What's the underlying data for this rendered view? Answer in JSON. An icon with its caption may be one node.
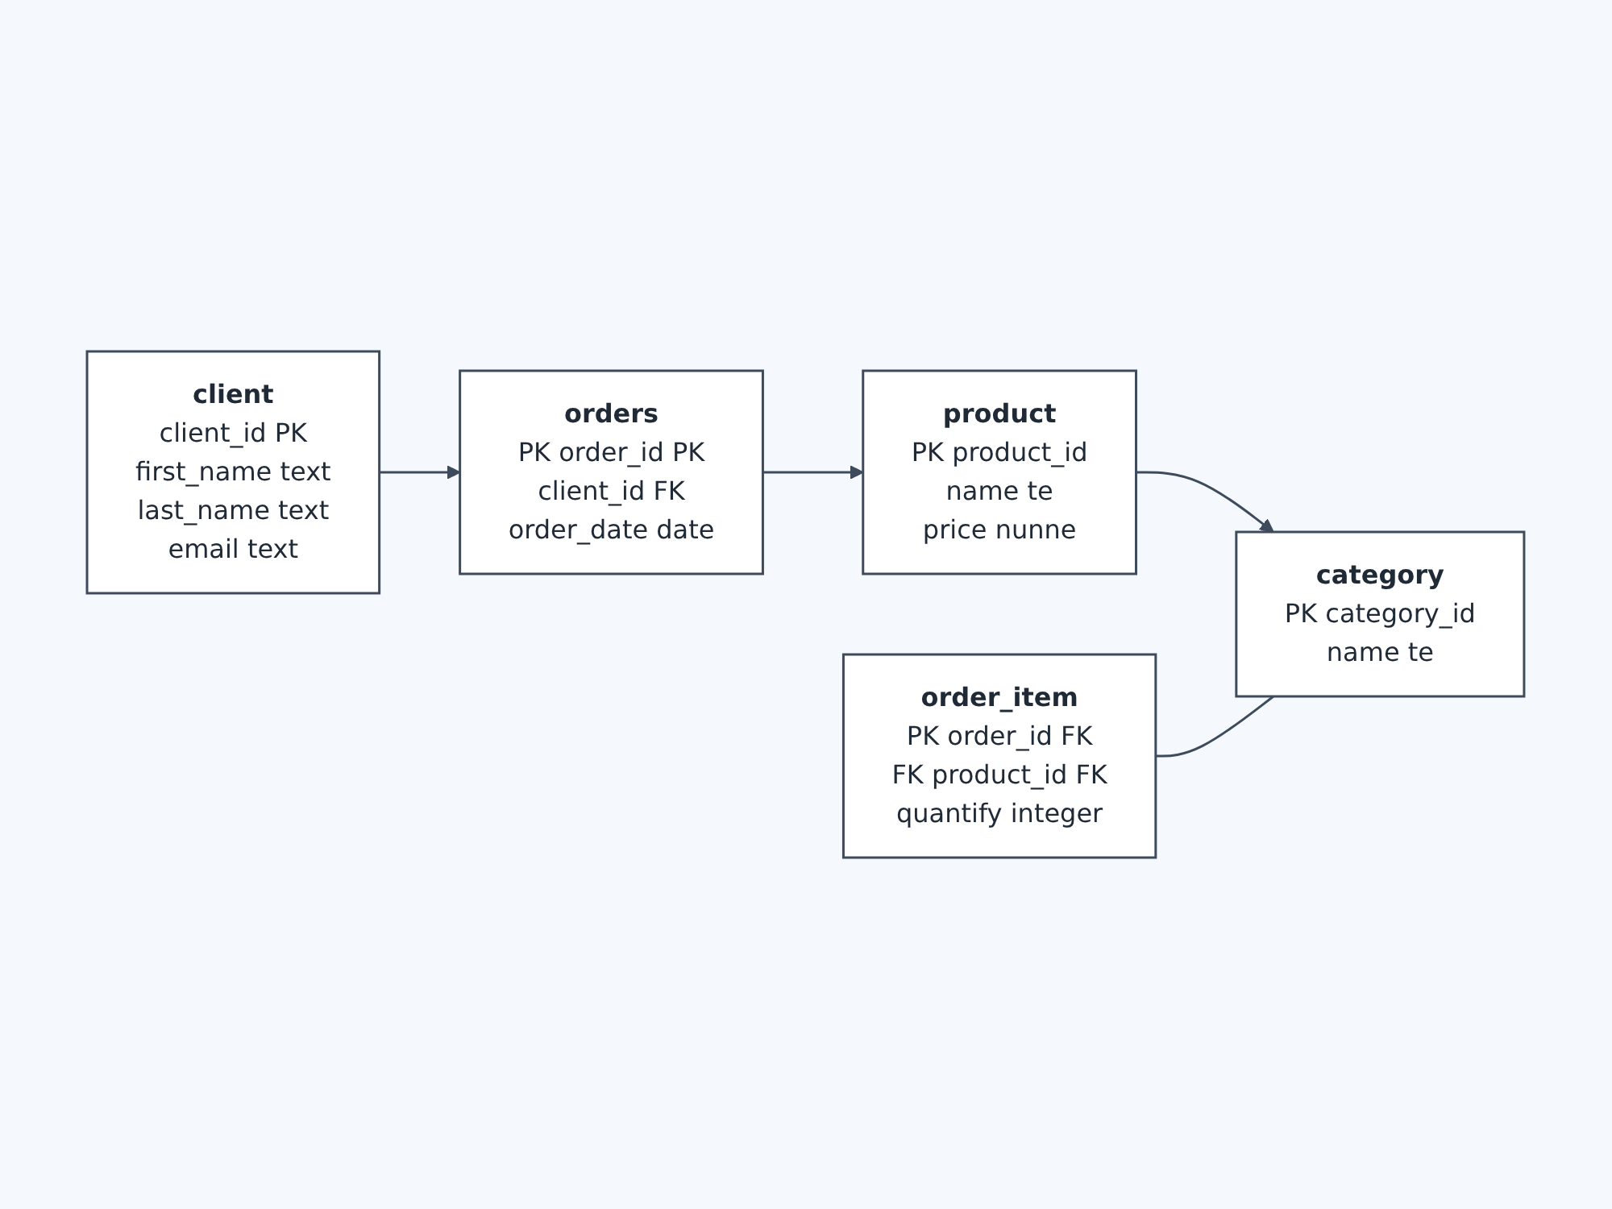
{
  "diagram": {
    "nodes": [
      {
        "text": [
          "orders",
          "PK order_id PK",
          "client_id FK",
          "order_date date"
        ]
      },
      {
        "text": [
          "client",
          "client_id PK",
          "first_name text",
          "last_name text",
          "email text"
        ]
      },
      {
        "text": [
          "product",
          "PK product_id",
          "name te",
          "price nunne"
        ]
      },
      {
        "text": [
          "order_item",
          "PK order_id FK",
          "FK product_id FK",
          "quantify integer"
        ]
      },
      {
        "text": [
          "category",
          "PK category_id",
          "name te"
        ]
      }
    ],
    "edges": [
      {
        "from": 1,
        "to": 0,
        "arrow": "to"
      },
      {
        "from": 0,
        "to": 2,
        "arrow": "to"
      },
      {
        "from": 2,
        "to": 4,
        "arrow": "to"
      },
      {
        "from": 3,
        "to": 4,
        "arrow": "none"
      }
    ]
  }
}
